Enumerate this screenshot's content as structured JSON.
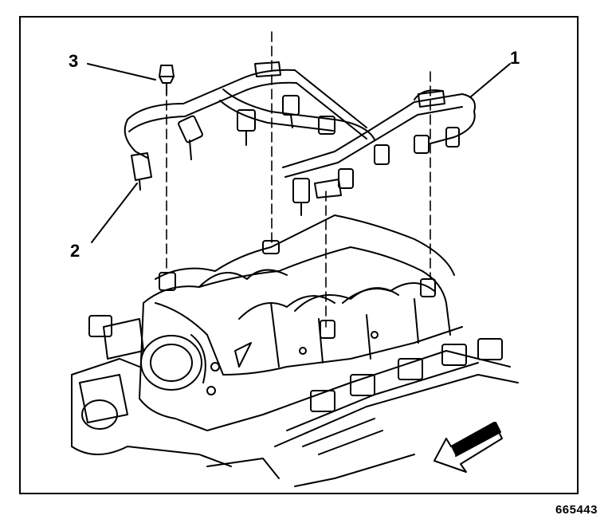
{
  "figure": {
    "callouts": [
      {
        "id": "c1",
        "label": "1"
      },
      {
        "id": "c2",
        "label": "2"
      },
      {
        "id": "c3",
        "label": "3"
      }
    ],
    "figure_number": "665443"
  },
  "colors": {
    "line": "#000000",
    "background": "#ffffff"
  },
  "icons": {
    "direction_arrow": "arrow-front-icon"
  }
}
